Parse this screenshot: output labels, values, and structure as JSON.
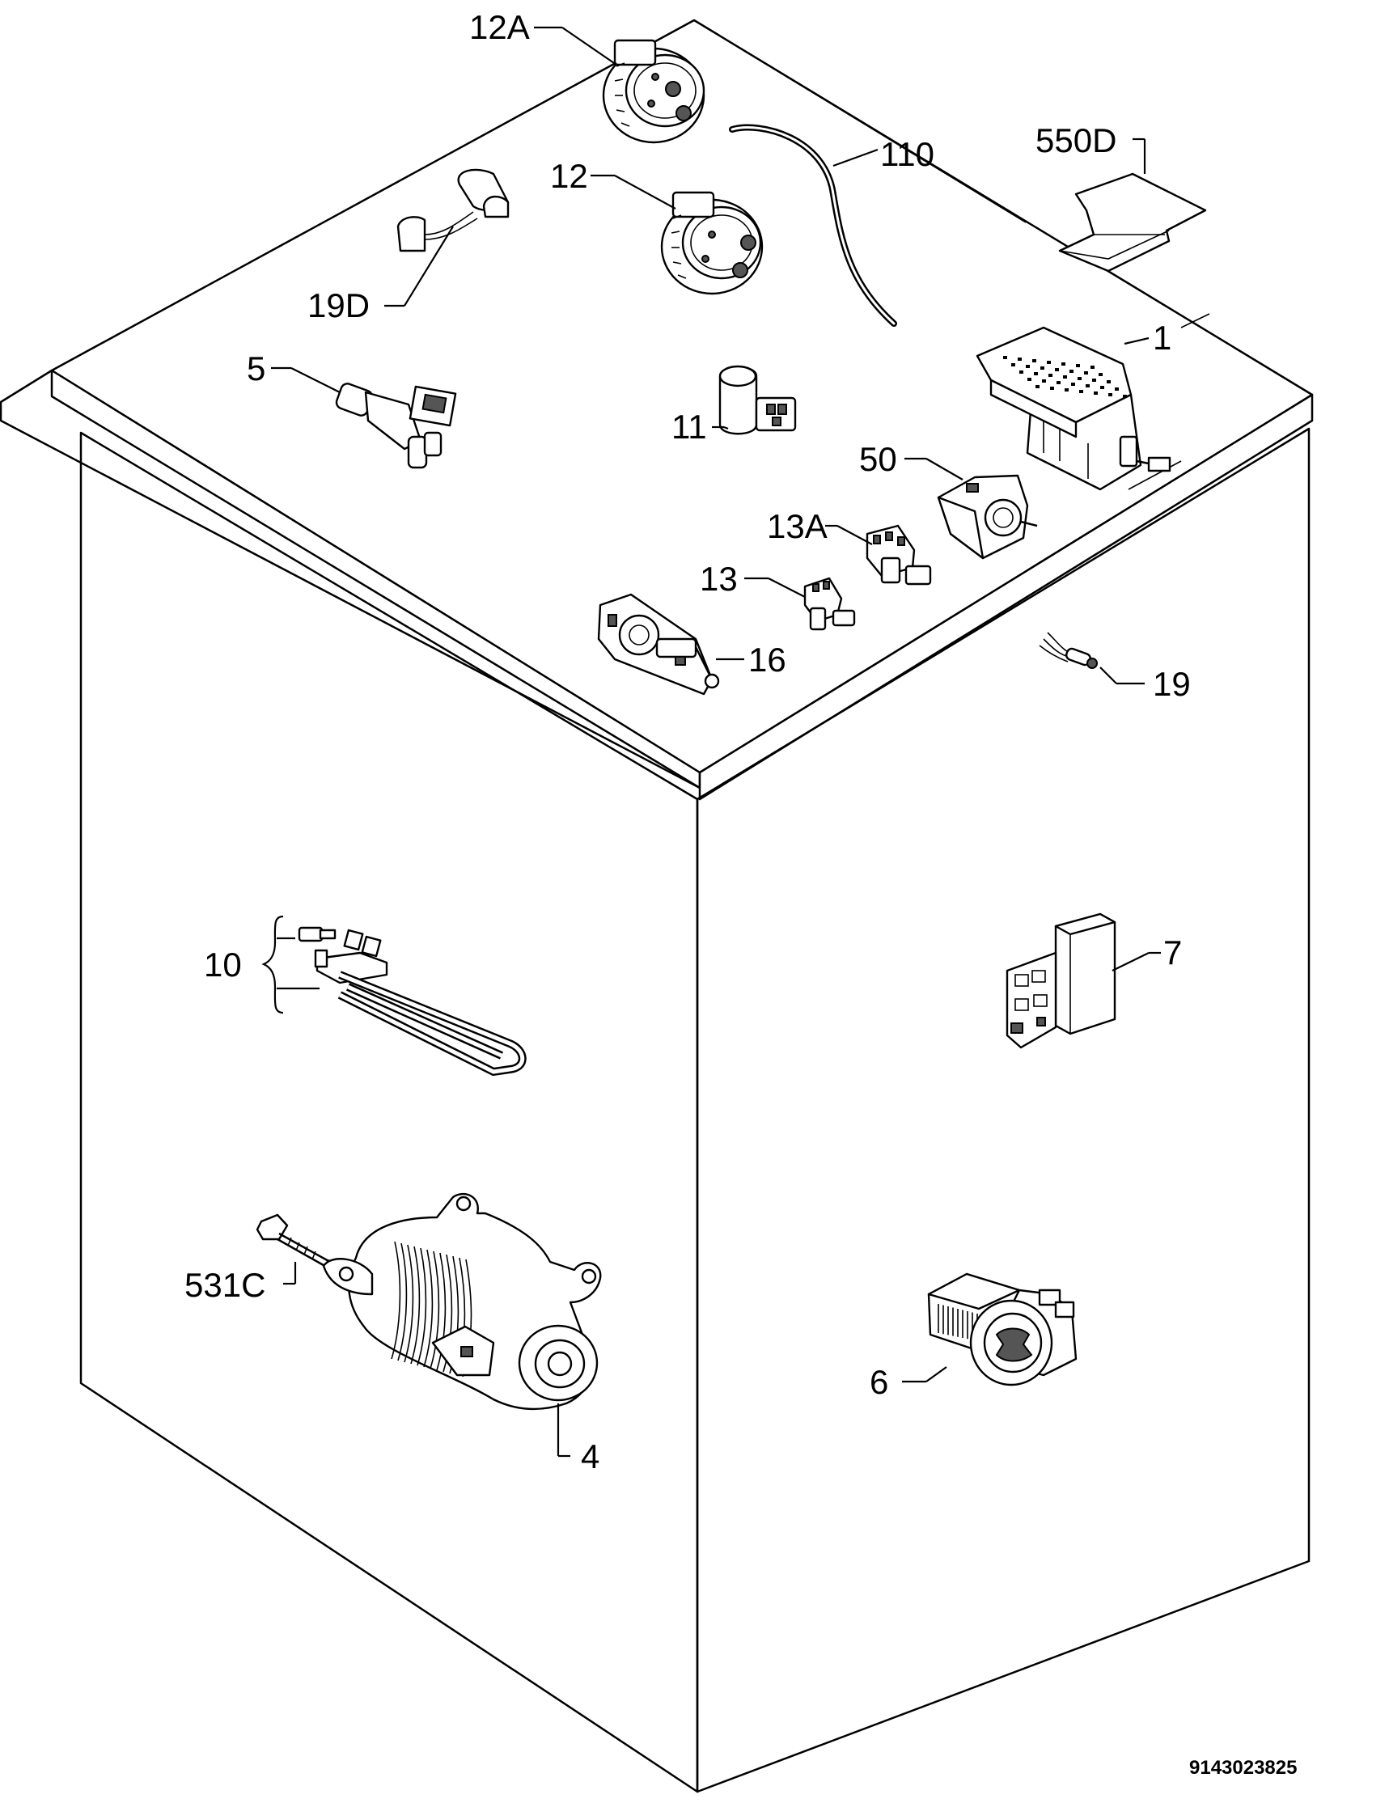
{
  "callouts": {
    "c12a": "12A",
    "c110": "110",
    "c550d": "550D",
    "c12": "12",
    "c19d": "19D",
    "c5": "5",
    "c11": "11",
    "c1": "1",
    "c50": "50",
    "c13a": "13A",
    "c13": "13",
    "c16": "16",
    "c19": "19",
    "c10": "10",
    "c7": "7",
    "c531c": "531C",
    "c4": "4",
    "c6": "6"
  },
  "document_number": "9143023825"
}
